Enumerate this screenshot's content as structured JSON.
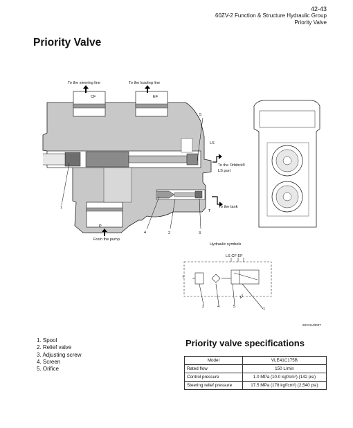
{
  "header": {
    "page_number": "42-43",
    "line1": "60ZV-2 Function & Structure Hydraulic Group",
    "line2": "Priority Valve"
  },
  "title": "Priority Valve",
  "diagram": {
    "to_steering_line": "To the steering line",
    "to_loading_line": "To the loading line",
    "cf": "CF",
    "ef": "EF",
    "ls": "LS",
    "to_orbitrol": "To the Orbitrol®",
    "ls_port": "LS port",
    "to_tank": "To the tank",
    "t": "T",
    "p": "P",
    "from_pump": "From the pump",
    "callouts": [
      "1",
      "2",
      "3",
      "4",
      "5"
    ],
    "hydraulic_symbols": "Hydraulic symbols",
    "sym_ls_cf_ef": "LS  CF  EF",
    "sym_t": "T",
    "sym_p": "P",
    "sym_callouts": [
      "2",
      "4",
      "5",
      "1"
    ],
    "figure_id": "60V2U43007"
  },
  "legend": [
    "1.  Spool",
    "2.  Relief valve",
    "3.  Adjusting screw",
    "4.  Screen",
    "5.  Orifice"
  ],
  "spec": {
    "title": "Priority valve specifications",
    "header": [
      "Model",
      "VLE41C175B"
    ],
    "rows": [
      [
        "Rated flow",
        "150 L/min"
      ],
      [
        "Control pressure",
        "1.0 MPa (10.0 kgf/cm²) (142 psi)"
      ],
      [
        "Steering relief pressure",
        "17.5 MPa (178 kgf/cm²) (2,540 psi)"
      ]
    ]
  }
}
